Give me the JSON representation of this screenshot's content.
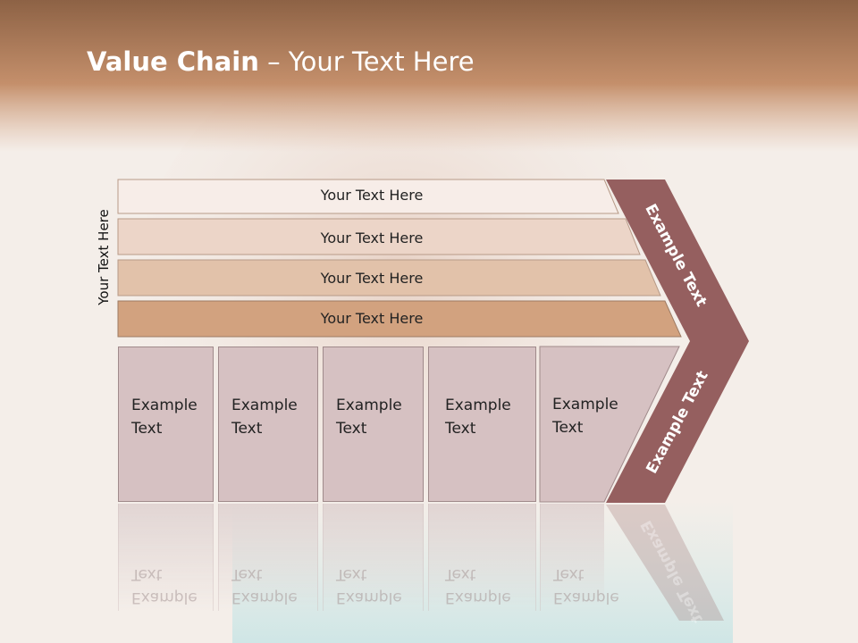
{
  "title": {
    "bold": "Value Chain",
    "rest": " – Your Text Here"
  },
  "side_label": "Your Text Here",
  "bars": [
    "Your Text Here",
    "Your Text Here",
    "Your Text Here",
    "Your Text Here"
  ],
  "boxes": [
    {
      "line1": "Example",
      "line2": "Text"
    },
    {
      "line1": "Example",
      "line2": "Text"
    },
    {
      "line1": "Example",
      "line2": "Text"
    },
    {
      "line1": "Example",
      "line2": "Text"
    },
    {
      "line1": "Example",
      "line2": "Text"
    }
  ],
  "chevron": {
    "upper_label": "Example Text",
    "lower_label": "Example Text"
  },
  "colors": {
    "header": "#b07a57",
    "bar1": "#f7ede8",
    "bar2": "#ecd5c8",
    "bar3": "#e2c2aa",
    "bar4": "#d2a27f",
    "box": "#d6c1c2",
    "chevron": "#955f5f"
  }
}
